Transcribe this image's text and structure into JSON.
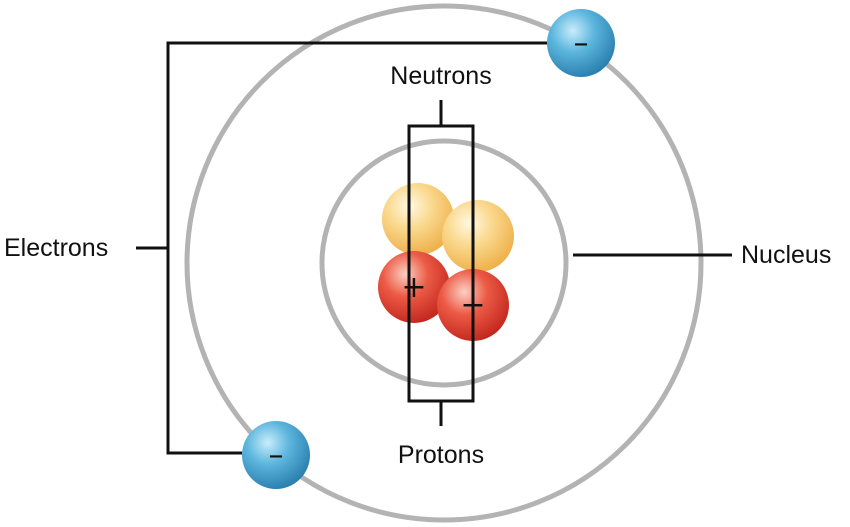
{
  "labels": {
    "electrons": "Electrons",
    "neutrons": "Neutrons",
    "nucleus": "Nucleus",
    "protons": "Protons"
  },
  "symbols": {
    "electron_charge": "–",
    "proton_charge": "+"
  },
  "colors": {
    "electron": "#3e9ac5",
    "proton": "#e0433a",
    "neutron": "#f7c662",
    "orbit": "#b3b3b3",
    "leader_line": "#111111"
  }
}
